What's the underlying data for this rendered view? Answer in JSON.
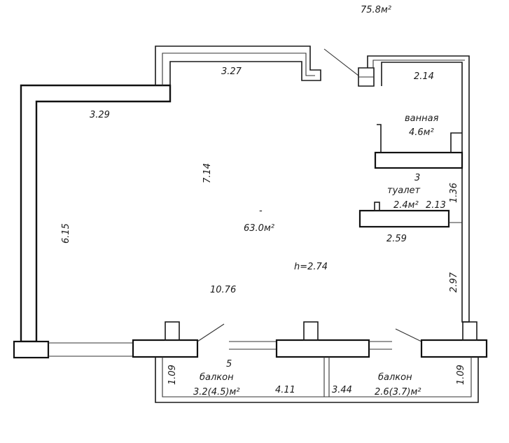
{
  "plan": {
    "total_area": "75.8м²",
    "main_room": {
      "area": "63.0м²",
      "marker": "-",
      "ceiling_height": "h=2.74",
      "dims": {
        "top_right": "3.27",
        "top_left": "3.29",
        "left": "6.15",
        "depth": "7.14",
        "width": "10.76",
        "right_lower": "2.97"
      }
    },
    "bathroom": {
      "name": "ванная",
      "area": "4.6м²",
      "width": "2.14",
      "extra": "3"
    },
    "toilet": {
      "name": "туалет",
      "area": "2.4м²",
      "depth": "2.13",
      "height": "1.36",
      "width": "2.59"
    },
    "balcony_left": {
      "name": "балкон",
      "area": "3.2(4.5)м²",
      "number": "5",
      "depth": "1.09",
      "length": "4.11"
    },
    "balcony_right": {
      "name": "балкон",
      "area": "2.6(3.7)м²",
      "depth": "1.09",
      "length": "3.44"
    }
  }
}
